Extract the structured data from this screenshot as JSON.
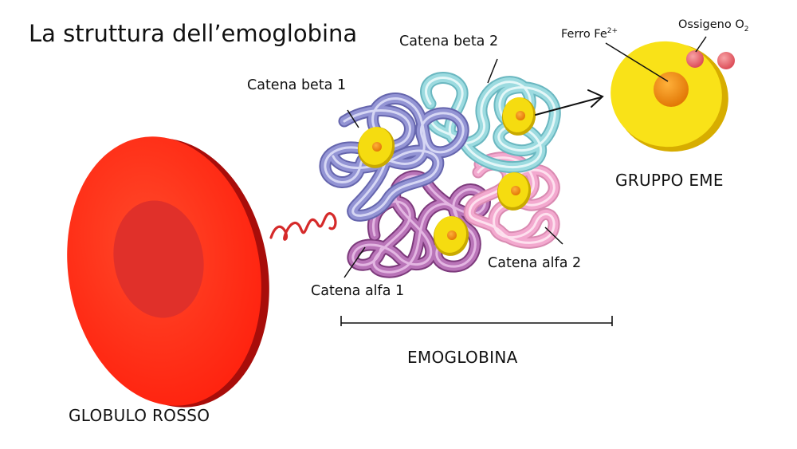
{
  "title": "La struttura dell’emoglobina",
  "labels": {
    "beta1": "Catena beta 1",
    "beta2": "Catena beta 2",
    "alfa1": "Catena alfa 1",
    "alfa2": "Catena alfa 2",
    "iron": "Ferro Fe",
    "iron_charge": "2+",
    "oxygen": "Ossigeno O",
    "oxygen_sub": "2",
    "heme_group": "GRUPPO EME",
    "hemoglobin": "EMOGLOBINA",
    "red_cell": "GLOBULO ROSSO"
  },
  "colors": {
    "red_cell": "#ff2a14",
    "red_cell_rim": "#b30e0a",
    "beta1_chain": "#9394d4",
    "beta2_chain": "#9cdbe0",
    "alfa1_chain": "#b974b8",
    "alfa2_chain": "#f3a9cf",
    "heme": "#f5dc10",
    "iron": "#f08a08",
    "oxygen": "#e8646a"
  }
}
